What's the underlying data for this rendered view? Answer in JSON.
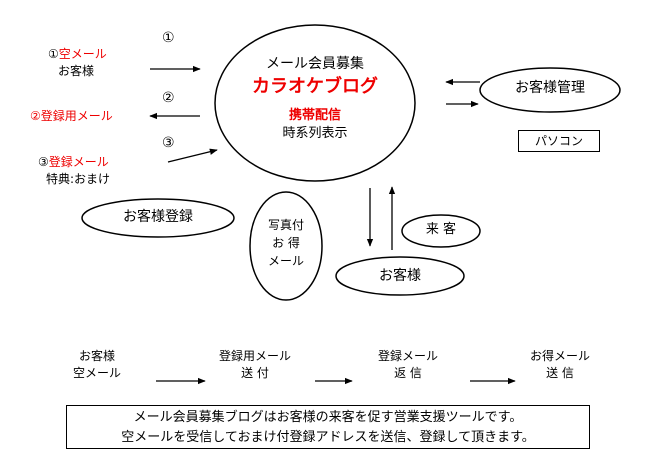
{
  "center": {
    "title": "メール会員募集",
    "brand": "カラオケブログ",
    "line3": "携帯配信",
    "line4": "時系列表示"
  },
  "left": {
    "step1_mark": "①",
    "step1_label": "空メール",
    "step1_sub": "お客様",
    "step2_mark": "②",
    "step2_label": "登録用メール",
    "step3_mark": "③",
    "step3_label": "登録メール",
    "step3_sub": "特典:おまけ",
    "circle1": "①",
    "circle2": "②",
    "circle3": "③"
  },
  "right": {
    "manager": "お客様管理",
    "pc": "パソコン"
  },
  "lower": {
    "register": "お客様登録",
    "bonus_1": "写真付",
    "bonus_2": "お 得",
    "bonus_3": "メール",
    "visit": "来 客",
    "customer": "お客様"
  },
  "flow": [
    {
      "line1": "お客様",
      "line2": "空メール"
    },
    {
      "line1": "登録用メール",
      "line2": "送 付"
    },
    {
      "line1": "登録メール",
      "line2": "返 信"
    },
    {
      "line1": "お得メール",
      "line2": "送 信"
    }
  ],
  "note": {
    "line1": "メール会員募集ブログはお客様の来客を促す営業支援ツールです。",
    "line2": "空メールを受信しておまけ付登録アドレスを送信、登録して頂きます。"
  },
  "colors": {
    "highlight": "#ee0000",
    "line": "#000000"
  }
}
